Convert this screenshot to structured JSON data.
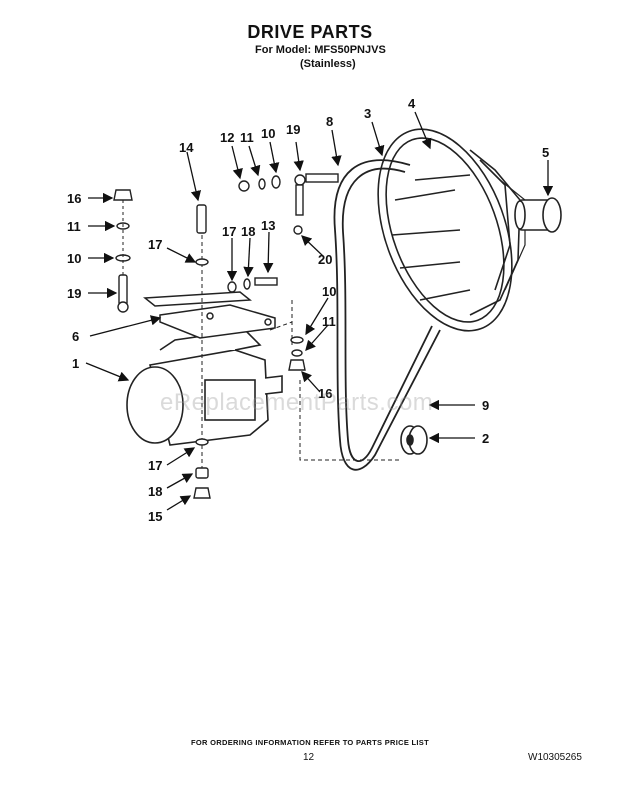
{
  "header": {
    "title": "DRIVE PARTS",
    "model": "For Model: MFS50PNJVS",
    "finish": "(Stainless)"
  },
  "callouts": [
    {
      "id": "c1",
      "label": "1"
    },
    {
      "id": "c2",
      "label": "2"
    },
    {
      "id": "c3",
      "label": "3"
    },
    {
      "id": "c4",
      "label": "4"
    },
    {
      "id": "c5",
      "label": "5"
    },
    {
      "id": "c6",
      "label": "6"
    },
    {
      "id": "c8",
      "label": "8"
    },
    {
      "id": "c9",
      "label": "9"
    },
    {
      "id": "c10a",
      "label": "10"
    },
    {
      "id": "c10b",
      "label": "10"
    },
    {
      "id": "c10c",
      "label": "10"
    },
    {
      "id": "c11a",
      "label": "11"
    },
    {
      "id": "c11b",
      "label": "11"
    },
    {
      "id": "c11c",
      "label": "11"
    },
    {
      "id": "c12",
      "label": "12"
    },
    {
      "id": "c13",
      "label": "13"
    },
    {
      "id": "c14",
      "label": "14"
    },
    {
      "id": "c15",
      "label": "15"
    },
    {
      "id": "c16a",
      "label": "16"
    },
    {
      "id": "c16b",
      "label": "16"
    },
    {
      "id": "c17a",
      "label": "17"
    },
    {
      "id": "c17b",
      "label": "17"
    },
    {
      "id": "c17c",
      "label": "17"
    },
    {
      "id": "c18a",
      "label": "18"
    },
    {
      "id": "c18b",
      "label": "18"
    },
    {
      "id": "c19a",
      "label": "19"
    },
    {
      "id": "c19b",
      "label": "19"
    },
    {
      "id": "c20",
      "label": "20"
    }
  ],
  "watermark": "eReplacementParts.com",
  "footer": {
    "ordering_note": "FOR ORDERING INFORMATION REFER TO PARTS PRICE LIST",
    "page_number": "12",
    "document_number": "W10305265"
  }
}
